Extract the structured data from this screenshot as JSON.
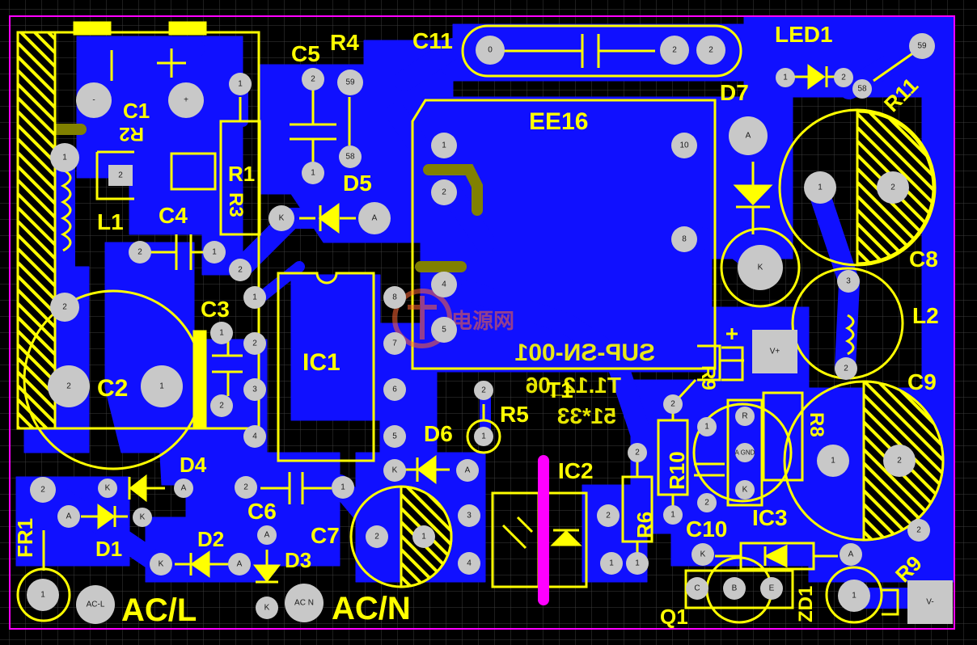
{
  "colors": {
    "background": "#000000",
    "grid": "#3a3a3a",
    "copper": "#1010ff",
    "silkscreen": "#ffff00",
    "pad": "#c8c8c8",
    "outline": "#ff00ff",
    "olive_copper": "#808000",
    "watermark": "#ff6633"
  },
  "components": {
    "c1": "C1",
    "c2": "C2",
    "c3": "C3",
    "c4": "C4",
    "c5": "C5",
    "c6": "C6",
    "c7": "C7",
    "c8": "C8",
    "c9": "C9",
    "c10": "C10",
    "c11": "C11",
    "r1": "R1",
    "r2": "R2",
    "r4": "R4",
    "r5": "R5",
    "r6": "R6",
    "r9": "R9",
    "r10": "R10",
    "r11": "R11",
    "d1": "D1",
    "d2": "D2",
    "d3": "D3",
    "d4": "D4",
    "d5": "D5",
    "d6": "D6",
    "d7": "D7",
    "zd1": "ZD1",
    "led1": "LED1",
    "l1": "L1",
    "l2": "L2",
    "fr1": "FR1",
    "ic1": "IC1",
    "ic2": "IC2",
    "ic3": "IC3",
    "q1": "Q1",
    "t1": "T1",
    "ee16": "EE16",
    "r3_mark": "R3",
    "r8_mark": "R8",
    "ac_l": "AC/L",
    "ac_n": "AC/N",
    "plus": "+",
    "minus": "-"
  },
  "mirrored_text": {
    "line1": "SUP-SN-001",
    "line2": "T1.12_06",
    "line3": "51*33"
  },
  "watermark": "电源网",
  "pads": {
    "n1": "1",
    "n2": "2",
    "n3": "3",
    "n4": "4",
    "n5": "5",
    "n6": "6",
    "n7": "7",
    "n8": "8",
    "n10": "10",
    "n0": "0",
    "n58": "58",
    "n59": "59",
    "a": "A",
    "k": "K",
    "r": "R",
    "agnd": "A GND",
    "c": "C",
    "b": "B",
    "e": "E",
    "acl": "AC-L",
    "acn": "AC N",
    "vplus": "V+",
    "vminus": "V-",
    "plus": "+",
    "minus": "-"
  }
}
